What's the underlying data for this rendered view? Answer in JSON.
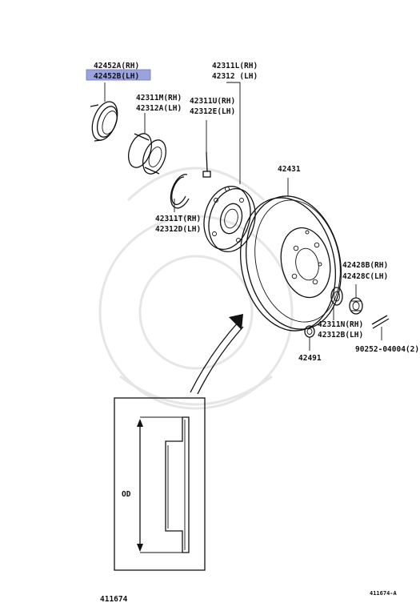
{
  "labels": {
    "oil_seal_rh": "42452A(RH)",
    "oil_seal_lh": "42452B(LH)",
    "bearing_rh": "42311M(RH)",
    "bearing_lh": "42312A(LH)",
    "hub_rh": "42311L(RH)",
    "hub_lh": "42312  (LH)",
    "bolt_rh": "42311U(RH)",
    "bolt_lh": "42312E(LH)",
    "snap_ring_rh": "42311T(RH)",
    "snap_ring_lh": "42312D(LH)",
    "disc": "42431",
    "nut_rh": "42428B(RH)",
    "nut_lh": "42428C(LH)",
    "washer_rh": "42311N(RH)",
    "washer_lh": "42312B(LH)",
    "stud": "90252-04004(2)",
    "cap": "42491",
    "od": "OD",
    "ref_number": "411674",
    "ref_small": "411674-A"
  },
  "highlight_color": "#9aa3de"
}
